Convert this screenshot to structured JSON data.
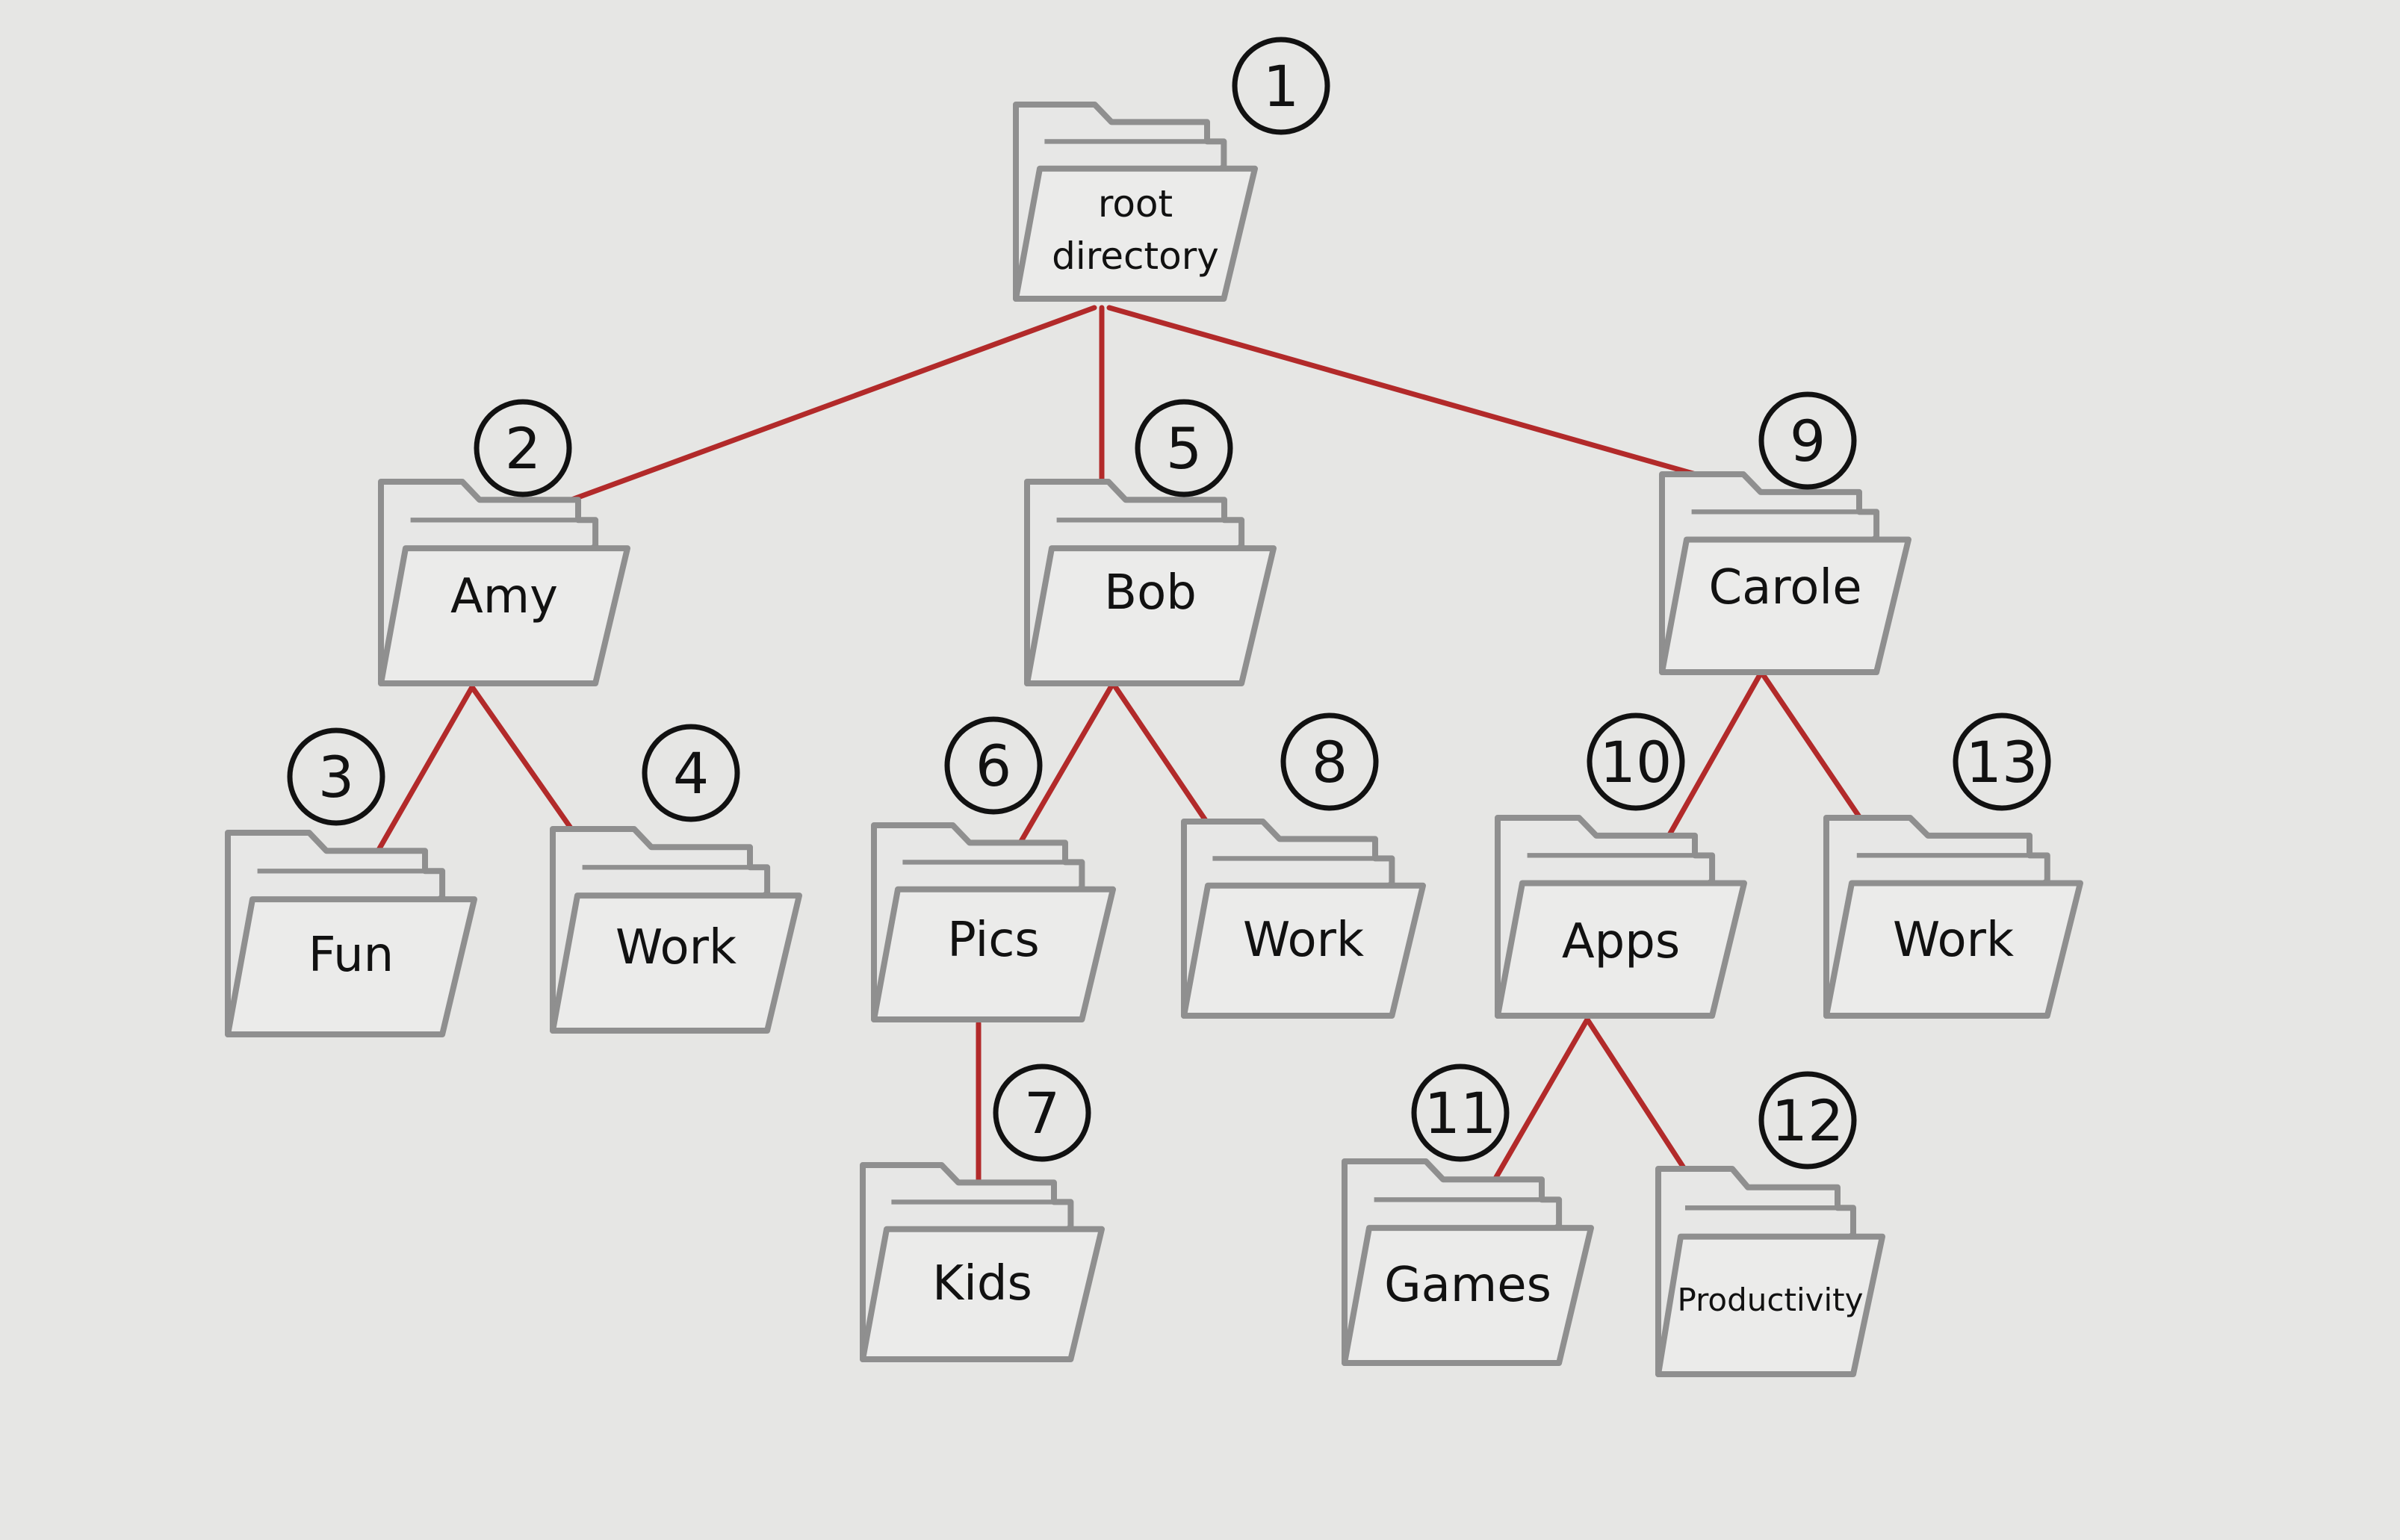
{
  "diagram": {
    "nodes": [
      {
        "id": "root",
        "order": "1",
        "label_lines": [
          "root",
          "directory"
        ]
      },
      {
        "id": "amy",
        "order": "2",
        "label_lines": [
          "Amy"
        ]
      },
      {
        "id": "amy-fun",
        "order": "3",
        "label_lines": [
          "Fun"
        ]
      },
      {
        "id": "amy-work",
        "order": "4",
        "label_lines": [
          "Work"
        ]
      },
      {
        "id": "bob",
        "order": "5",
        "label_lines": [
          "Bob"
        ]
      },
      {
        "id": "bob-pics",
        "order": "6",
        "label_lines": [
          "Pics"
        ]
      },
      {
        "id": "bob-pics-kids",
        "order": "7",
        "label_lines": [
          "Kids"
        ]
      },
      {
        "id": "bob-work",
        "order": "8",
        "label_lines": [
          "Work"
        ]
      },
      {
        "id": "carole",
        "order": "9",
        "label_lines": [
          "Carole"
        ]
      },
      {
        "id": "carole-apps",
        "order": "10",
        "label_lines": [
          "Apps"
        ]
      },
      {
        "id": "carole-apps-games",
        "order": "11",
        "label_lines": [
          "Games"
        ]
      },
      {
        "id": "carole-apps-productivity",
        "order": "12",
        "label_lines": [
          "Productivity"
        ]
      },
      {
        "id": "carole-work",
        "order": "13",
        "label_lines": [
          "Work"
        ]
      }
    ],
    "edges": [
      [
        "root",
        "amy"
      ],
      [
        "root",
        "bob"
      ],
      [
        "root",
        "carole"
      ],
      [
        "amy",
        "amy-fun"
      ],
      [
        "amy",
        "amy-work"
      ],
      [
        "bob",
        "bob-pics"
      ],
      [
        "bob",
        "bob-work"
      ],
      [
        "bob-pics",
        "bob-pics-kids"
      ],
      [
        "carole",
        "carole-apps"
      ],
      [
        "carole",
        "carole-work"
      ],
      [
        "carole-apps",
        "carole-apps-games"
      ],
      [
        "carole-apps",
        "carole-apps-productivity"
      ]
    ],
    "colors": {
      "background": "#e6e6e4",
      "edge": "#b22a2a",
      "folder_back": "#e7e7e6",
      "folder_front": "#ebebea",
      "folder_stroke": "#8f8f8f",
      "badge_stroke": "#111111"
    }
  }
}
